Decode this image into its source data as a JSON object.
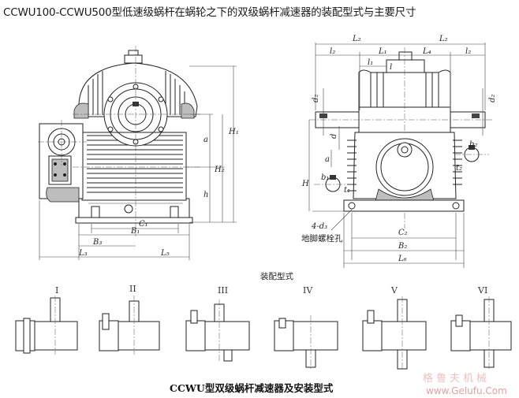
{
  "title": "CCWU100-CCWU500型低速级蜗杆在蜗轮之下的双级蜗杆减速器的装配型式与主要尺寸",
  "left_view_labels": {
    "H1": "H₁",
    "H2": "H₂",
    "a": "a",
    "h": "h",
    "C1": "C₁",
    "B1": "B₁",
    "B3": "B₃",
    "L3": "L₃",
    "L5": "L₅"
  },
  "right_view_labels": {
    "L2_left": "L₂",
    "L2_right": "L₂",
    "l2_left": "l₂",
    "l2_right": "l₂",
    "L1": "L₁",
    "l1": "l₁",
    "L4": "L₄",
    "l": "l",
    "d2_left": "d₂",
    "d2_right": "d₂",
    "d": "d",
    "a": "a",
    "b1": "b₁",
    "t1": "t₁",
    "b2": "b₂",
    "t2": "t₂",
    "H": "H",
    "bolt": "4-d₃",
    "C2": "C₂",
    "B2": "B₂",
    "L6": "L₆"
  },
  "foot_bolt_hole_label": "地脚螺栓孔",
  "assembly_title": "装配型式",
  "assembly_types": [
    "I",
    "II",
    "III",
    "IV",
    "V",
    "VI"
  ],
  "caption": "CCWU型双级蜗杆减速器及安装型式",
  "watermark": {
    "brand_cn": "格鲁夫机械",
    "url": "www.Gelufu.Com"
  }
}
